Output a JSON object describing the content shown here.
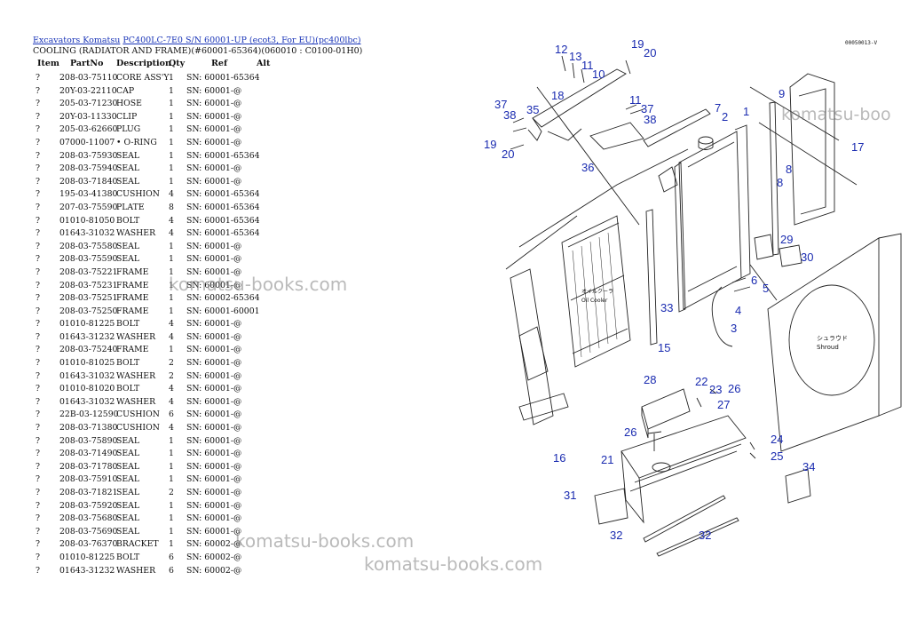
{
  "breadcrumb": {
    "link1": "Excavators Komatsu",
    "link2": "PC400LC-7E0 S/N 60001-UP (ecot3, For EU)(pc400lbc)"
  },
  "subtitle": "COOLING (RADIATOR AND FRAME)(#60001-65364)(060010 : C0100-01H0)",
  "table": {
    "headers": {
      "item": "Item",
      "partno": "PartNo",
      "description": "Description",
      "qty": "Qty",
      "ref": "Ref",
      "alt": "Alt"
    },
    "rows": [
      {
        "item": "?",
        "partno": "208-03-75110",
        "desc": "CORE ASS'Y",
        "qty": "1",
        "ref": "SN: 60001-65364"
      },
      {
        "item": "?",
        "partno": "20Y-03-22110",
        "desc": "CAP",
        "qty": "1",
        "ref": "SN: 60001-@"
      },
      {
        "item": "?",
        "partno": "205-03-71230",
        "desc": "HOSE",
        "qty": "1",
        "ref": "SN: 60001-@"
      },
      {
        "item": "?",
        "partno": "20Y-03-11330",
        "desc": "CLIP",
        "qty": "1",
        "ref": "SN: 60001-@"
      },
      {
        "item": "?",
        "partno": "205-03-62660",
        "desc": "PLUG",
        "qty": "1",
        "ref": "SN: 60001-@"
      },
      {
        "item": "?",
        "partno": "07000-11007",
        "desc": "• O-RING",
        "qty": "1",
        "ref": "SN: 60001-@"
      },
      {
        "item": "?",
        "partno": "208-03-75930",
        "desc": "SEAL",
        "qty": "1",
        "ref": "SN: 60001-65364"
      },
      {
        "item": "?",
        "partno": "208-03-75940",
        "desc": "SEAL",
        "qty": "1",
        "ref": "SN: 60001-@"
      },
      {
        "item": "?",
        "partno": "208-03-71840",
        "desc": "SEAL",
        "qty": "1",
        "ref": "SN: 60001-@"
      },
      {
        "item": "?",
        "partno": "195-03-41380",
        "desc": "CUSHION",
        "qty": "4",
        "ref": "SN: 60001-65364"
      },
      {
        "item": "?",
        "partno": "207-03-75590",
        "desc": "PLATE",
        "qty": "8",
        "ref": "SN: 60001-65364"
      },
      {
        "item": "?",
        "partno": "01010-81050",
        "desc": "BOLT",
        "qty": "4",
        "ref": "SN: 60001-65364"
      },
      {
        "item": "?",
        "partno": "01643-31032",
        "desc": "WASHER",
        "qty": "4",
        "ref": "SN: 60001-65364"
      },
      {
        "item": "?",
        "partno": "208-03-75580",
        "desc": "SEAL",
        "qty": "1",
        "ref": "SN: 60001-@"
      },
      {
        "item": "?",
        "partno": "208-03-75590",
        "desc": "SEAL",
        "qty": "1",
        "ref": "SN: 60001-@"
      },
      {
        "item": "?",
        "partno": "208-03-75221",
        "desc": "FRAME",
        "qty": "1",
        "ref": "SN: 60001-@"
      },
      {
        "item": "?",
        "partno": "208-03-75231",
        "desc": "FRAME",
        "qty": "1",
        "ref": "SN: 60001-@"
      },
      {
        "item": "?",
        "partno": "208-03-75251",
        "desc": "FRAME",
        "qty": "1",
        "ref": "SN: 60002-65364"
      },
      {
        "item": "?",
        "partno": "208-03-75250",
        "desc": "FRAME",
        "qty": "1",
        "ref": "SN: 60001-60001"
      },
      {
        "item": "?",
        "partno": "01010-81225",
        "desc": "BOLT",
        "qty": "4",
        "ref": "SN: 60001-@"
      },
      {
        "item": "?",
        "partno": "01643-31232",
        "desc": "WASHER",
        "qty": "4",
        "ref": "SN: 60001-@"
      },
      {
        "item": "?",
        "partno": "208-03-75240",
        "desc": "FRAME",
        "qty": "1",
        "ref": "SN: 60001-@"
      },
      {
        "item": "?",
        "partno": "01010-81025",
        "desc": "BOLT",
        "qty": "2",
        "ref": "SN: 60001-@"
      },
      {
        "item": "?",
        "partno": "01643-31032",
        "desc": "WASHER",
        "qty": "2",
        "ref": "SN: 60001-@"
      },
      {
        "item": "?",
        "partno": "01010-81020",
        "desc": "BOLT",
        "qty": "4",
        "ref": "SN: 60001-@"
      },
      {
        "item": "?",
        "partno": "01643-31032",
        "desc": "WASHER",
        "qty": "4",
        "ref": "SN: 60001-@"
      },
      {
        "item": "?",
        "partno": "22B-03-12590",
        "desc": "CUSHION",
        "qty": "6",
        "ref": "SN: 60001-@"
      },
      {
        "item": "?",
        "partno": "208-03-71380",
        "desc": "CUSHION",
        "qty": "4",
        "ref": "SN: 60001-@"
      },
      {
        "item": "?",
        "partno": "208-03-75890",
        "desc": "SEAL",
        "qty": "1",
        "ref": "SN: 60001-@"
      },
      {
        "item": "?",
        "partno": "208-03-71490",
        "desc": "SEAL",
        "qty": "1",
        "ref": "SN: 60001-@"
      },
      {
        "item": "?",
        "partno": "208-03-71780",
        "desc": "SEAL",
        "qty": "1",
        "ref": "SN: 60001-@"
      },
      {
        "item": "?",
        "partno": "208-03-75910",
        "desc": "SEAL",
        "qty": "1",
        "ref": "SN: 60001-@"
      },
      {
        "item": "?",
        "partno": "208-03-71821",
        "desc": "SEAL",
        "qty": "2",
        "ref": "SN: 60001-@"
      },
      {
        "item": "?",
        "partno": "208-03-75920",
        "desc": "SEAL",
        "qty": "1",
        "ref": "SN: 60001-@"
      },
      {
        "item": "?",
        "partno": "208-03-75680",
        "desc": "SEAL",
        "qty": "1",
        "ref": "SN: 60001-@"
      },
      {
        "item": "?",
        "partno": "208-03-75690",
        "desc": "SEAL",
        "qty": "1",
        "ref": "SN: 60001-@"
      },
      {
        "item": "?",
        "partno": "208-03-76370",
        "desc": "BRACKET",
        "qty": "1",
        "ref": "SN: 60002-@"
      },
      {
        "item": "?",
        "partno": "01010-81225",
        "desc": "BOLT",
        "qty": "6",
        "ref": "SN: 60002-@"
      },
      {
        "item": "?",
        "partno": "01643-31232",
        "desc": "WASHER",
        "qty": "6",
        "ref": "SN: 60002-@"
      }
    ]
  },
  "diagram": {
    "code": "00050013-V",
    "oil_cooler_jp": "オイルクーラ",
    "oil_cooler_en": "Oil Cooler",
    "shroud_jp": "シュラウド",
    "shroud_en": "Shroud",
    "callouts": [
      "1",
      "2",
      "3",
      "4",
      "5",
      "6",
      "7",
      "8",
      "8",
      "9",
      "10",
      "11",
      "11",
      "12",
      "13",
      "15",
      "16",
      "17",
      "18",
      "19",
      "19",
      "20",
      "20",
      "21",
      "22",
      "23",
      "24",
      "25",
      "26",
      "26",
      "27",
      "28",
      "29",
      "30",
      "31",
      "32",
      "32",
      "33",
      "34",
      "35",
      "36",
      "37",
      "37",
      "38",
      "38"
    ]
  },
  "watermark": "komatsu-books.com",
  "watermark_short": "komatsu-boo"
}
